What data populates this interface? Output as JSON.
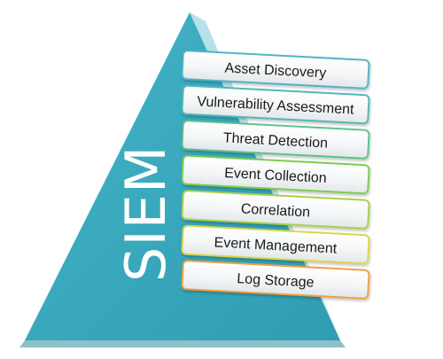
{
  "title": "SIEM",
  "colors": {
    "pyramid": "#3aa9bd",
    "pyramid_edge": "#2b8fa3"
  },
  "layers": [
    {
      "label": "Asset Discovery",
      "color": "#4fb3c8"
    },
    {
      "label": "Vulnerability Assessment",
      "color": "#4fb8b8"
    },
    {
      "label": "Threat Detection",
      "color": "#5cc28a"
    },
    {
      "label": "Event Collection",
      "color": "#7ccc4c"
    },
    {
      "label": "Correlation",
      "color": "#a8d244"
    },
    {
      "label": "Event Management",
      "color": "#d8d84a"
    },
    {
      "label": "Log Storage",
      "color": "#f0a040"
    }
  ]
}
